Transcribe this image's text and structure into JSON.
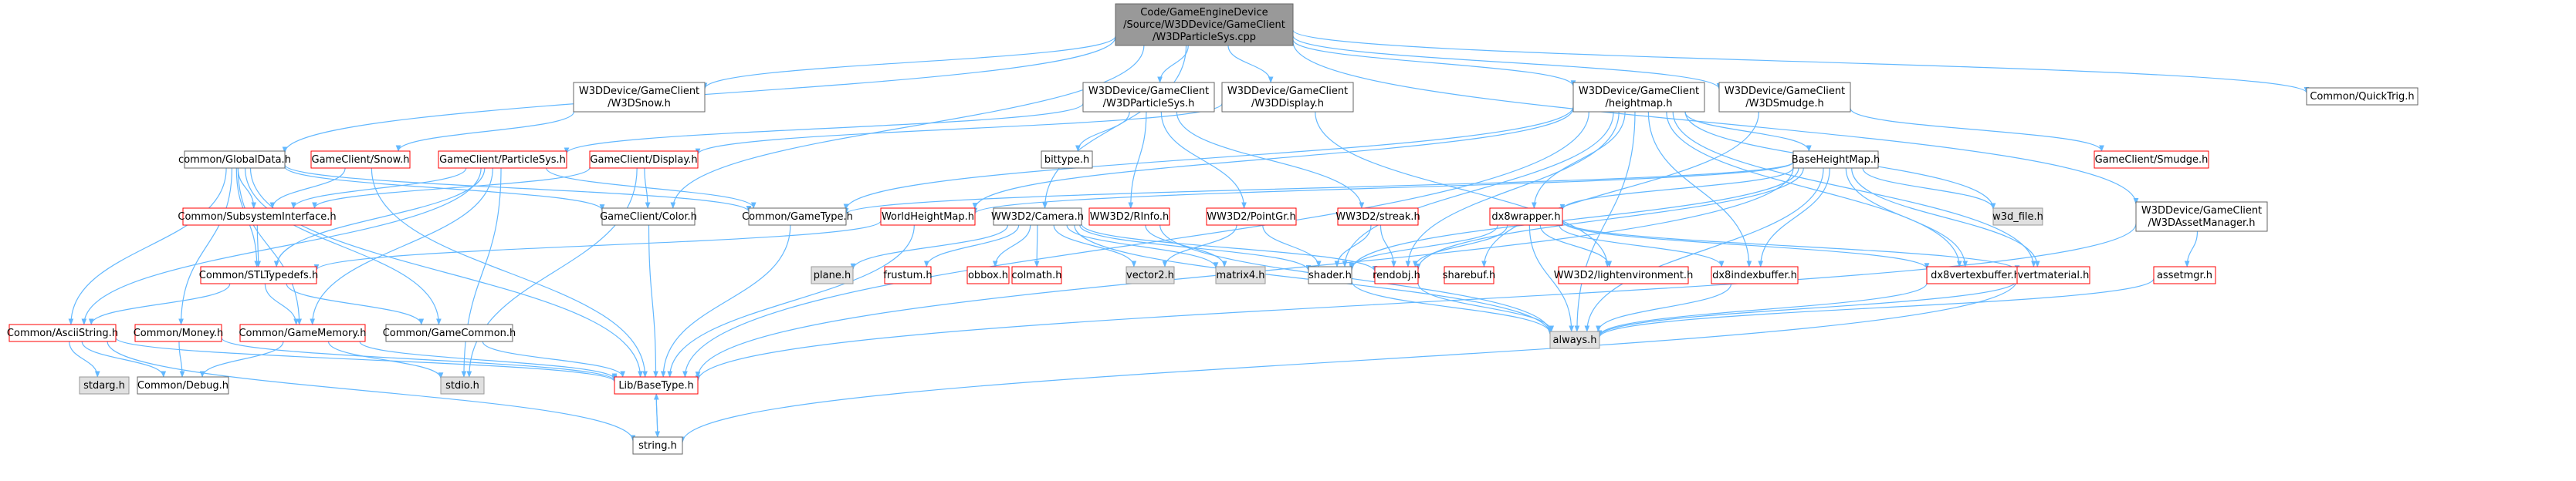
{
  "colors": {
    "background": "#ffffff",
    "edge": "#63b8ff",
    "edge_gray": "#999999",
    "root_fill": "#999999",
    "root_stroke": "#666666",
    "node_fill": "#ffffff",
    "node_stroke": "#666666",
    "truncated_stroke": "#ff0000",
    "external_fill": "#e0e0e0",
    "external_stroke": "#999999",
    "text": "#000000"
  },
  "nodes": [
    {
      "id": "root",
      "kind": "root",
      "lines": [
        "Code/GameEngineDevice",
        "/Source/W3DDevice/GameClient",
        "/W3DParticleSys.cpp"
      ]
    },
    {
      "id": "w3dsnow",
      "kind": "normal",
      "lines": [
        "W3DDevice/GameClient",
        "/W3DSnow.h"
      ]
    },
    {
      "id": "w3dparticlesys_h",
      "kind": "normal",
      "lines": [
        "W3DDevice/GameClient",
        "/W3DParticleSys.h"
      ]
    },
    {
      "id": "w3ddisplay",
      "kind": "normal",
      "lines": [
        "W3DDevice/GameClient",
        "/W3DDisplay.h"
      ]
    },
    {
      "id": "heightmap",
      "kind": "normal",
      "lines": [
        "W3DDevice/GameClient",
        "/heightmap.h"
      ]
    },
    {
      "id": "w3dsmudge",
      "kind": "normal",
      "lines": [
        "W3DDevice/GameClient",
        "/W3DSmudge.h"
      ]
    },
    {
      "id": "quicktrig",
      "kind": "normal",
      "lines": [
        "Common/QuickTrig.h"
      ]
    },
    {
      "id": "globaldata",
      "kind": "normal",
      "lines": [
        "common/GlobalData.h"
      ]
    },
    {
      "id": "gc_snow",
      "kind": "truncated",
      "lines": [
        "GameClient/Snow.h"
      ]
    },
    {
      "id": "gc_particlesys",
      "kind": "truncated",
      "lines": [
        "GameClient/ParticleSys.h"
      ]
    },
    {
      "id": "gc_display",
      "kind": "truncated",
      "lines": [
        "GameClient/Display.h"
      ]
    },
    {
      "id": "bittype",
      "kind": "normal",
      "lines": [
        "bittype.h"
      ]
    },
    {
      "id": "baseheightmap",
      "kind": "normal",
      "lines": [
        "BaseHeightMap.h"
      ]
    },
    {
      "id": "gc_smudge",
      "kind": "truncated",
      "lines": [
        "GameClient/Smudge.h"
      ]
    },
    {
      "id": "w3dassetmanager",
      "kind": "normal",
      "lines": [
        "W3DDevice/GameClient",
        "/W3DAssetManager.h"
      ]
    },
    {
      "id": "subsysinterface",
      "kind": "truncated",
      "lines": [
        "Common/SubsystemInterface.h"
      ]
    },
    {
      "id": "gc_color",
      "kind": "normal",
      "lines": [
        "GameClient/Color.h"
      ]
    },
    {
      "id": "gametype",
      "kind": "normal",
      "lines": [
        "Common/GameType.h"
      ]
    },
    {
      "id": "worldheightmap",
      "kind": "truncated",
      "lines": [
        "WorldHeightMap.h"
      ]
    },
    {
      "id": "ww3d_camera",
      "kind": "normal",
      "lines": [
        "WW3D2/Camera.h"
      ]
    },
    {
      "id": "ww3d_rinfo",
      "kind": "truncated",
      "lines": [
        "WW3D2/RInfo.h"
      ]
    },
    {
      "id": "ww3d_pointgr",
      "kind": "truncated",
      "lines": [
        "WW3D2/PointGr.h"
      ]
    },
    {
      "id": "ww3d_streak",
      "kind": "truncated",
      "lines": [
        "WW3D2/streak.h"
      ]
    },
    {
      "id": "dx8wrapper",
      "kind": "truncated",
      "lines": [
        "dx8wrapper.h"
      ]
    },
    {
      "id": "w3d_file",
      "kind": "external",
      "lines": [
        "w3d_file.h"
      ]
    },
    {
      "id": "assetmgr",
      "kind": "truncated",
      "lines": [
        "assetmgr.h"
      ]
    },
    {
      "id": "stltypedefs",
      "kind": "truncated",
      "lines": [
        "Common/STLTypedefs.h"
      ]
    },
    {
      "id": "plane",
      "kind": "external",
      "lines": [
        "plane.h"
      ]
    },
    {
      "id": "frustum",
      "kind": "truncated",
      "lines": [
        "frustum.h"
      ]
    },
    {
      "id": "obbox",
      "kind": "truncated",
      "lines": [
        "obbox.h"
      ]
    },
    {
      "id": "colmath",
      "kind": "truncated",
      "lines": [
        "colmath.h"
      ]
    },
    {
      "id": "vector2",
      "kind": "external",
      "lines": [
        "vector2.h"
      ]
    },
    {
      "id": "matrix4",
      "kind": "external",
      "lines": [
        "matrix4.h"
      ]
    },
    {
      "id": "shader",
      "kind": "normal",
      "lines": [
        "shader.h"
      ]
    },
    {
      "id": "rendobj",
      "kind": "truncated",
      "lines": [
        "rendobj.h"
      ]
    },
    {
      "id": "sharebuf",
      "kind": "truncated",
      "lines": [
        "sharebuf.h"
      ]
    },
    {
      "id": "lightenv",
      "kind": "truncated",
      "lines": [
        "WW3D2/lightenvironment.h"
      ]
    },
    {
      "id": "dx8indexbuffer",
      "kind": "truncated",
      "lines": [
        "dx8indexbuffer.h"
      ]
    },
    {
      "id": "dx8vertexbuffer",
      "kind": "truncated",
      "lines": [
        "dx8vertexbuffer.h"
      ]
    },
    {
      "id": "vertmaterial",
      "kind": "truncated",
      "lines": [
        "vertmaterial.h"
      ]
    },
    {
      "id": "asciistring",
      "kind": "truncated",
      "lines": [
        "Common/AsciiString.h"
      ]
    },
    {
      "id": "money",
      "kind": "truncated",
      "lines": [
        "Common/Money.h"
      ]
    },
    {
      "id": "gamememory",
      "kind": "truncated",
      "lines": [
        "Common/GameMemory.h"
      ]
    },
    {
      "id": "gamecommon",
      "kind": "normal",
      "lines": [
        "Common/GameCommon.h"
      ]
    },
    {
      "id": "always",
      "kind": "external",
      "lines": [
        "always.h"
      ]
    },
    {
      "id": "stdarg",
      "kind": "external",
      "lines": [
        "stdarg.h"
      ]
    },
    {
      "id": "debug",
      "kind": "normal",
      "lines": [
        "Common/Debug.h"
      ]
    },
    {
      "id": "stdio",
      "kind": "external",
      "lines": [
        "stdio.h"
      ]
    },
    {
      "id": "basetype",
      "kind": "truncated",
      "lines": [
        "Lib/BaseType.h"
      ]
    },
    {
      "id": "string",
      "kind": "normal",
      "lines": [
        "string.h"
      ]
    }
  ],
  "edges": [
    [
      "root",
      "w3dsnow"
    ],
    [
      "root",
      "w3dparticlesys_h"
    ],
    [
      "root",
      "w3ddisplay"
    ],
    [
      "root",
      "heightmap"
    ],
    [
      "root",
      "w3dsmudge"
    ],
    [
      "root",
      "quicktrig"
    ],
    [
      "root",
      "globaldata"
    ],
    [
      "root",
      "gc_color"
    ],
    [
      "root",
      "ww3d_camera"
    ],
    [
      "root",
      "w3dassetmanager"
    ],
    [
      "w3dsnow",
      "gc_snow"
    ],
    [
      "w3dparticlesys_h",
      "gc_particlesys"
    ],
    [
      "w3dparticlesys_h",
      "bittype"
    ],
    [
      "w3dparticlesys_h",
      "ww3d_rinfo"
    ],
    [
      "w3dparticlesys_h",
      "ww3d_pointgr"
    ],
    [
      "w3dparticlesys_h",
      "ww3d_streak"
    ],
    [
      "w3ddisplay",
      "gc_display"
    ],
    [
      "w3ddisplay",
      "lightenv"
    ],
    [
      "heightmap",
      "baseheightmap"
    ],
    [
      "heightmap",
      "dx8wrapper"
    ],
    [
      "heightmap",
      "gametype"
    ],
    [
      "heightmap",
      "worldheightmap"
    ],
    [
      "heightmap",
      "w3d_file"
    ],
    [
      "heightmap",
      "shader"
    ],
    [
      "heightmap",
      "rendobj"
    ],
    [
      "heightmap",
      "always"
    ],
    [
      "heightmap",
      "dx8indexbuffer"
    ],
    [
      "heightmap",
      "dx8vertexbuffer"
    ],
    [
      "heightmap",
      "vertmaterial"
    ],
    [
      "heightmap",
      "basetype"
    ],
    [
      "w3dsmudge",
      "gc_smudge"
    ],
    [
      "w3dsmudge",
      "sharebuf"
    ],
    [
      "w3dassetmanager",
      "assetmgr"
    ],
    [
      "w3dassetmanager",
      "basetype"
    ],
    [
      "globaldata",
      "subsysinterface"
    ],
    [
      "globaldata",
      "gc_color"
    ],
    [
      "globaldata",
      "gametype"
    ],
    [
      "globaldata",
      "stltypedefs"
    ],
    [
      "globaldata",
      "asciistring"
    ],
    [
      "globaldata",
      "money"
    ],
    [
      "globaldata",
      "gamememory"
    ],
    [
      "globaldata",
      "gamecommon"
    ],
    [
      "globaldata",
      "basetype"
    ],
    [
      "gc_snow",
      "subsysinterface"
    ],
    [
      "gc_snow",
      "basetype"
    ],
    [
      "gc_particlesys",
      "subsysinterface"
    ],
    [
      "gc_particlesys",
      "stltypedefs"
    ],
    [
      "gc_particlesys",
      "gametype"
    ],
    [
      "gc_particlesys",
      "gamememory"
    ],
    [
      "gc_particlesys",
      "asciistring"
    ],
    [
      "gc_particlesys",
      "stdio"
    ],
    [
      "gc_display",
      "subsysinterface"
    ],
    [
      "gc_display",
      "gc_color"
    ],
    [
      "gc_display",
      "stdio"
    ],
    [
      "baseheightmap",
      "gametype"
    ],
    [
      "baseheightmap",
      "worldheightmap"
    ],
    [
      "baseheightmap",
      "dx8wrapper"
    ],
    [
      "baseheightmap",
      "w3d_file"
    ],
    [
      "baseheightmap",
      "shader"
    ],
    [
      "baseheightmap",
      "always"
    ],
    [
      "baseheightmap",
      "dx8indexbuffer"
    ],
    [
      "baseheightmap",
      "dx8vertexbuffer"
    ],
    [
      "baseheightmap",
      "vertmaterial"
    ],
    [
      "baseheightmap",
      "rendobj"
    ],
    [
      "baseheightmap",
      "basetype"
    ],
    [
      "subsysinterface",
      "stltypedefs"
    ],
    [
      "gc_color",
      "basetype"
    ],
    [
      "gametype",
      "basetype"
    ],
    [
      "worldheightmap",
      "stltypedefs"
    ],
    [
      "worldheightmap",
      "basetype"
    ],
    [
      "ww3d_camera",
      "plane"
    ],
    [
      "ww3d_camera",
      "frustum"
    ],
    [
      "ww3d_camera",
      "obbox"
    ],
    [
      "ww3d_camera",
      "colmath"
    ],
    [
      "ww3d_camera",
      "vector2"
    ],
    [
      "ww3d_camera",
      "matrix4"
    ],
    [
      "ww3d_camera",
      "always"
    ],
    [
      "ww3d_camera",
      "rendobj"
    ],
    [
      "ww3d_camera",
      "shader"
    ],
    [
      "ww3d_rinfo",
      "always"
    ],
    [
      "ww3d_rinfo",
      "matrix4"
    ],
    [
      "ww3d_pointgr",
      "vector2"
    ],
    [
      "ww3d_pointgr",
      "shader"
    ],
    [
      "ww3d_streak",
      "shader"
    ],
    [
      "ww3d_streak",
      "rendobj"
    ],
    [
      "dx8wrapper",
      "shader"
    ],
    [
      "dx8wrapper",
      "rendobj"
    ],
    [
      "dx8wrapper",
      "lightenv"
    ],
    [
      "dx8wrapper",
      "dx8indexbuffer"
    ],
    [
      "dx8wrapper",
      "dx8vertexbuffer"
    ],
    [
      "dx8wrapper",
      "vertmaterial"
    ],
    [
      "dx8wrapper",
      "always"
    ],
    [
      "stltypedefs",
      "asciistring"
    ],
    [
      "stltypedefs",
      "gamememory"
    ],
    [
      "stltypedefs",
      "gamecommon"
    ],
    [
      "shader",
      "always"
    ],
    [
      "rendobj",
      "always"
    ],
    [
      "dx8indexbuffer",
      "always"
    ],
    [
      "dx8vertexbuffer",
      "always"
    ],
    [
      "vertmaterial",
      "always"
    ],
    [
      "vertmaterial",
      "string"
    ],
    [
      "assetmgr",
      "always"
    ],
    [
      "asciistring",
      "stdarg"
    ],
    [
      "asciistring",
      "debug"
    ],
    [
      "asciistring",
      "basetype"
    ],
    [
      "asciistring",
      "string"
    ],
    [
      "money",
      "debug"
    ],
    [
      "money",
      "basetype"
    ],
    [
      "gamememory",
      "stdio"
    ],
    [
      "gamememory",
      "debug"
    ],
    [
      "gamememory",
      "basetype"
    ],
    [
      "gamecommon",
      "basetype"
    ],
    [
      "basetype",
      "string"
    ],
    [
      "string",
      "basetype"
    ]
  ]
}
